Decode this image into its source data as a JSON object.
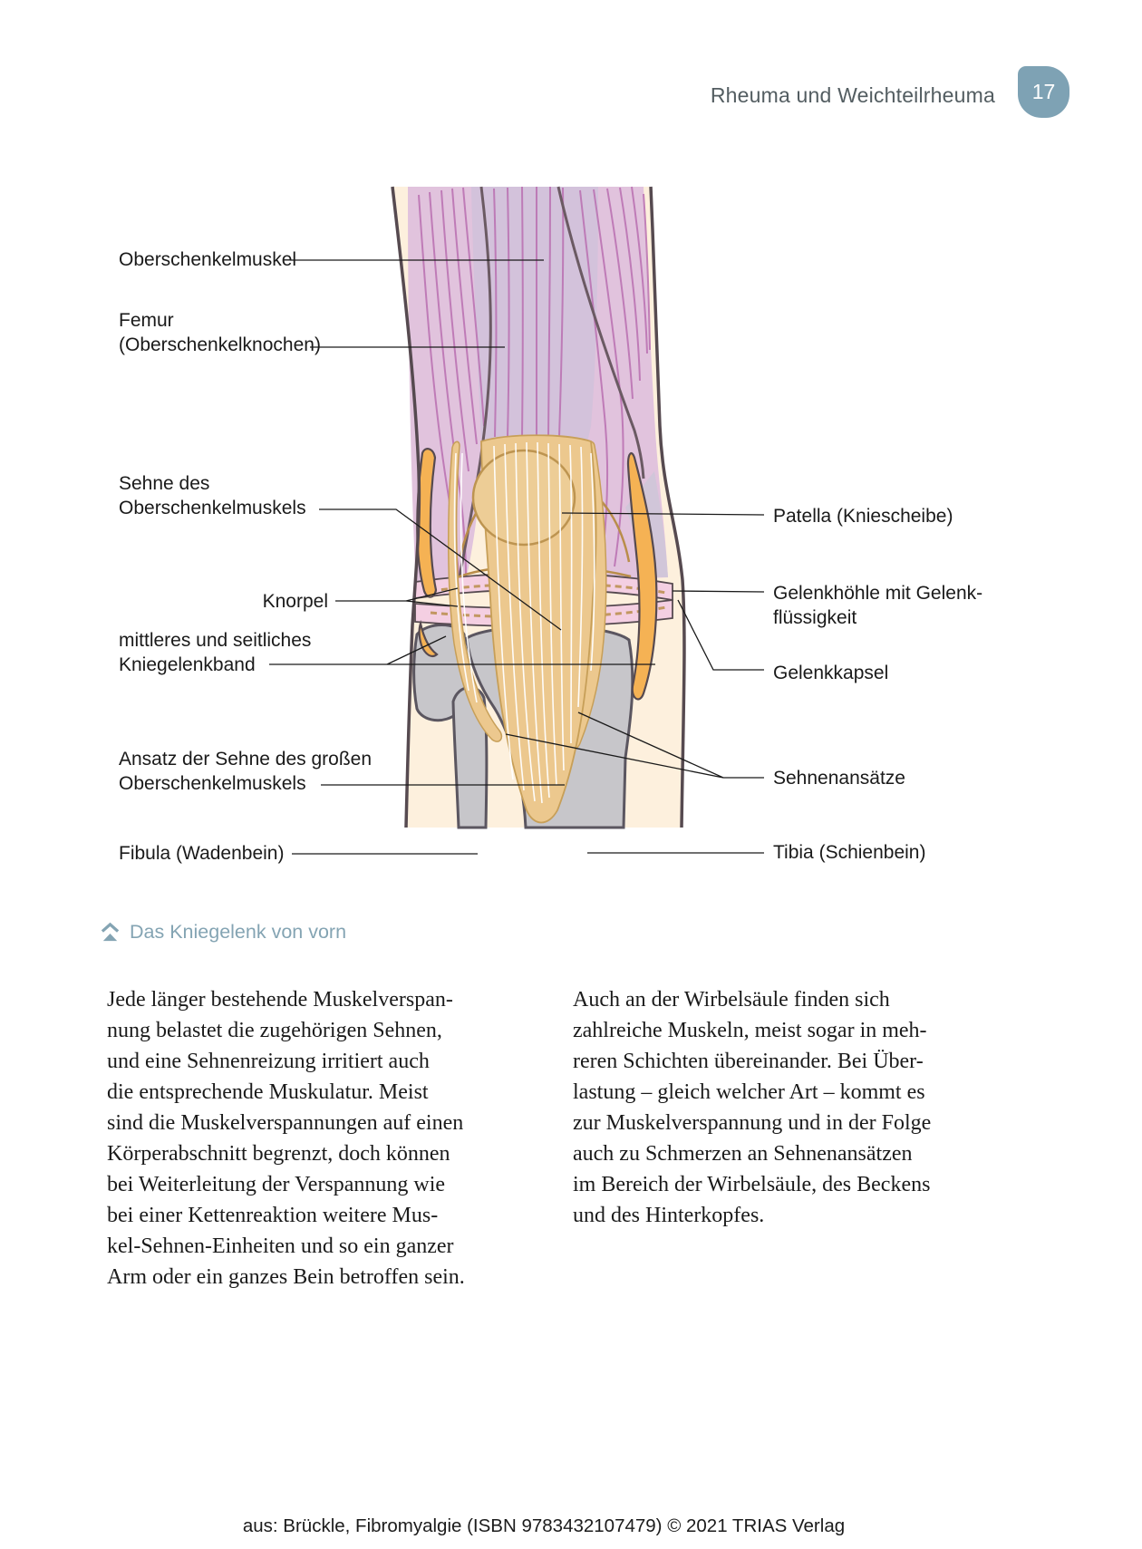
{
  "header": {
    "title": "Rheuma und Weichteilrheuma",
    "page_number": "17"
  },
  "figure": {
    "caption": "Das Kniegelenk von vorn",
    "labels_left": [
      {
        "text": "Oberschenkelmuskel"
      },
      {
        "text": "Femur\n(Oberschenkelknochen)"
      },
      {
        "text": "Sehne des\nOberschenkelmuskels"
      },
      {
        "text": "Knorpel"
      },
      {
        "text": "mittleres und seitliches\nKniegelenkband"
      },
      {
        "text": "Ansatz der Sehne des großen\nOberschenkelmuskels"
      },
      {
        "text": "Fibula (Wadenbein)"
      }
    ],
    "labels_right": [
      {
        "text": "Patella (Kniescheibe)"
      },
      {
        "text": "Gelenkhöhle mit Gelenk-\nflüssigkeit"
      },
      {
        "text": "Gelenkkapsel"
      },
      {
        "text": "Sehnenansätze"
      },
      {
        "text": "Tibia (Schienbein)"
      }
    ]
  },
  "body": {
    "col_left": "Jede länger bestehende Muskelverspan-\nnung belastet die zugehörigen Sehnen,\nund eine Sehnenreizung irritiert auch\ndie entsprechende Muskulatur. Meist\nsind die Muskelverspannungen auf einen\nKörperabschnitt begrenzt, doch können\nbei Weiterleitung der Verspannung wie\nbei einer Kettenreaktion weitere Mus-\nkel-Sehnen-Einheiten und so ein ganzer\nArm oder ein ganzes Bein betroffen sein.",
    "col_right": "Auch an der Wirbelsäule finden sich\nzahlreiche Muskeln, meist sogar in meh-\nreren Schichten übereinander. Bei Über-\nlastung – gleich welcher Art – kommt es\nzur Muskelverspannung und in der Folge\nauch zu Schmerzen an Sehnenansätzen\nim Bereich der Wirbelsäule, des Beckens\nund des Hinterkopfes."
  },
  "footer": {
    "credit": "aus: Brückle, Fibromyalgie (ISBN 9783432107479) © 2021 TRIAS Verlag"
  },
  "colors": {
    "accent_badge": "#7ea2b4",
    "caption": "#84a4b3",
    "skin": "#fdf0dd",
    "muscle": "#e1c3dd",
    "muscle_striation": "#b96fb0",
    "tendon": "#ecc88e",
    "bone_gray": "#c7c6ca",
    "capsule_orange": "#f5b254",
    "cartilage_pink": "#f4cfe2",
    "outline_dark": "#564a50"
  }
}
